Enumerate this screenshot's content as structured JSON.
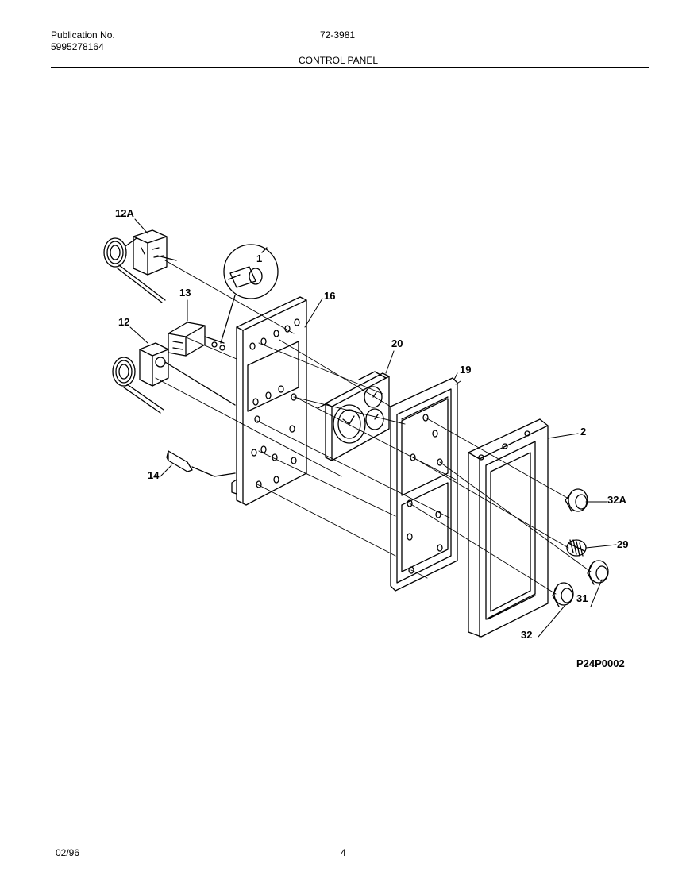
{
  "header": {
    "publication_label": "Publication No.",
    "publication_number": "5995278164",
    "model": "72-3981",
    "section_title": "CONTROL PANEL"
  },
  "diagram": {
    "figure_code": "P24P0002",
    "callouts": {
      "c12a": "12A",
      "c1": "1",
      "c13": "13",
      "c16": "16",
      "c12": "12",
      "c20": "20",
      "c19": "19",
      "c2": "2",
      "c14": "14",
      "c32a": "32A",
      "c29": "29",
      "c31": "31",
      "c32": "32"
    }
  },
  "footer": {
    "date": "02/96",
    "page": "4"
  }
}
